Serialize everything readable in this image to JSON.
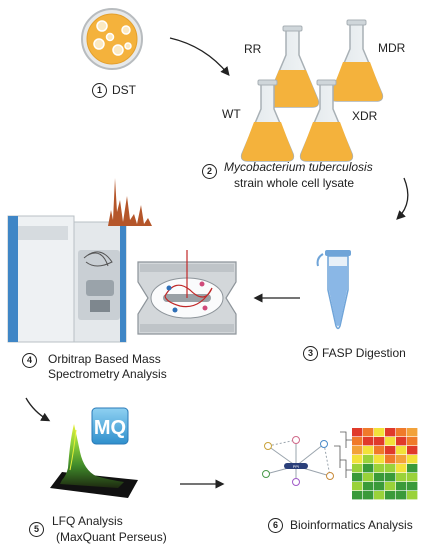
{
  "steps": [
    {
      "num": "1",
      "label": "DST"
    },
    {
      "num": "2",
      "label_italic": "Mycobacterium tuberculosis",
      "label_line2": "strain whole cell lysate"
    },
    {
      "num": "3",
      "label": "FASP Digestion"
    },
    {
      "num": "4",
      "label_line1": "Orbitrap Based Mass",
      "label_line2": "Spectrometry Analysis"
    },
    {
      "num": "5",
      "label_line1": "LFQ Analysis",
      "label_line2": "(MaxQuant Perseus)"
    },
    {
      "num": "6",
      "label": "Bioinformatics Analysis"
    }
  ],
  "flasks": {
    "rr": "RR",
    "mdr": "MDR",
    "wt": "WT",
    "xdr": "XDR"
  },
  "maxquant_logo": "MQ",
  "network_node_label": "PPI",
  "colors": {
    "liquid": "#f4b23c",
    "tube": "#8ab7e6",
    "spectrum": "#b5562a",
    "heatmap_red": "#e03a2a",
    "heatmap_green": "#3a9a3a",
    "heatmap_yellow": "#f2e23a"
  }
}
